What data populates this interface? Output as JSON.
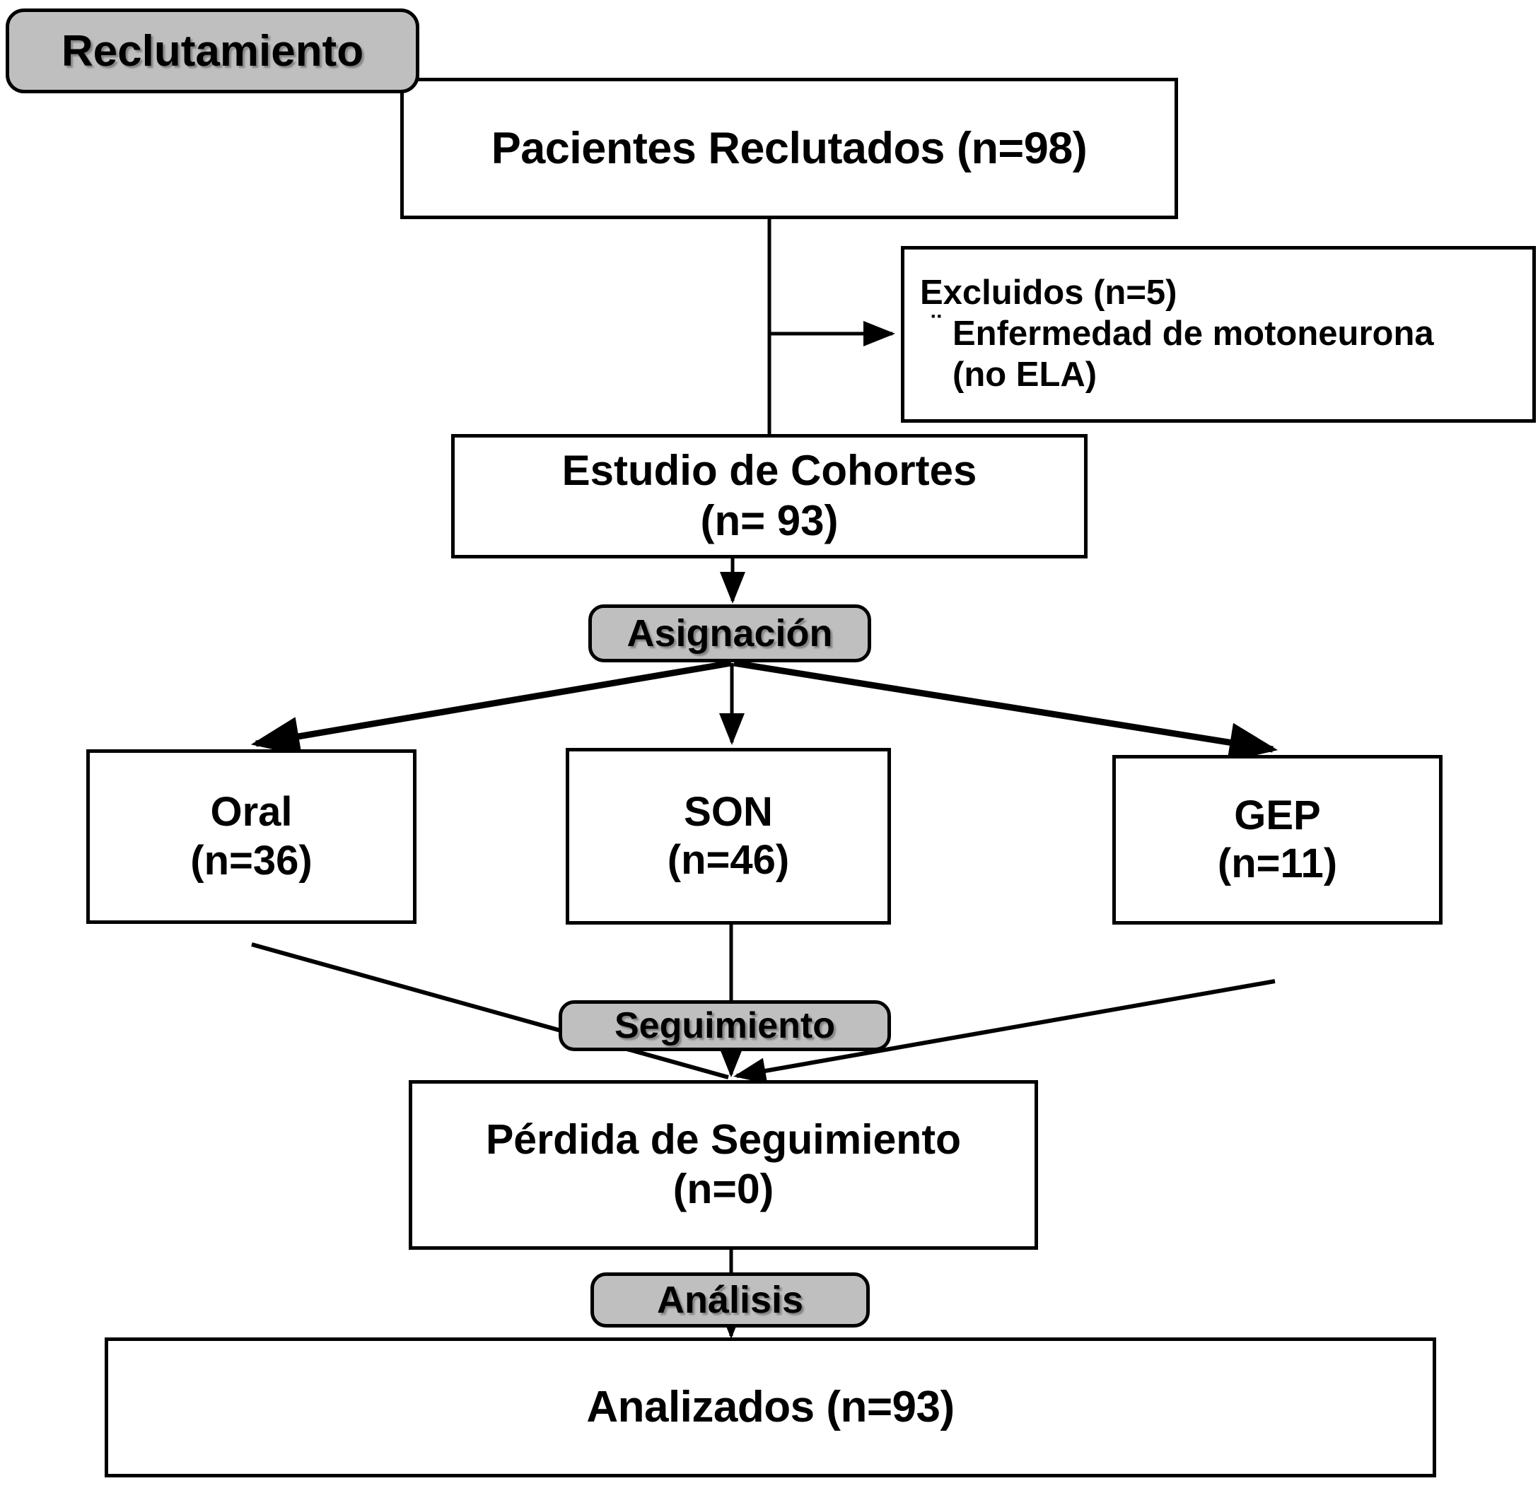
{
  "diagram": {
    "type": "flowchart",
    "subtype": "consort-patient-flow",
    "language": "es",
    "colors": {
      "stage_label_fill": "#bfbfbf",
      "node_fill": "#ffffff",
      "stroke": "#000000"
    }
  },
  "stages": [
    {
      "id": "recruitment",
      "label": "Reclutamiento"
    },
    {
      "id": "allocation",
      "label": "Asignación"
    },
    {
      "id": "followup",
      "label": "Seguimiento"
    },
    {
      "id": "analysis",
      "label": "Análisis"
    }
  ],
  "nodes": {
    "recruited": {
      "label": "Pacientes Reclutados (n=98)",
      "count": 98
    },
    "excluded": {
      "heading": "Excluidos (n=5)",
      "count": 5,
      "bullet_glyph": "¨",
      "reason_line1": "Enfermedad de motoneurona",
      "reason_line2": "(no ELA)"
    },
    "cohort": {
      "line1": "Estudio de Cohortes",
      "line2": "(n= 93)",
      "count": 93
    },
    "arm_oral": {
      "line1": "Oral",
      "line2": "(n=36)",
      "count": 36
    },
    "arm_son": {
      "line1": "SON",
      "line2": "(n=46)",
      "count": 46
    },
    "arm_gep": {
      "line1": "GEP",
      "line2": "(n=11)",
      "count": 11
    },
    "lost": {
      "line1": "Pérdida de Seguimiento",
      "line2": "(n=0)",
      "count": 0
    },
    "analyzed": {
      "label": "Analizados (n=93)",
      "count": 93
    }
  }
}
